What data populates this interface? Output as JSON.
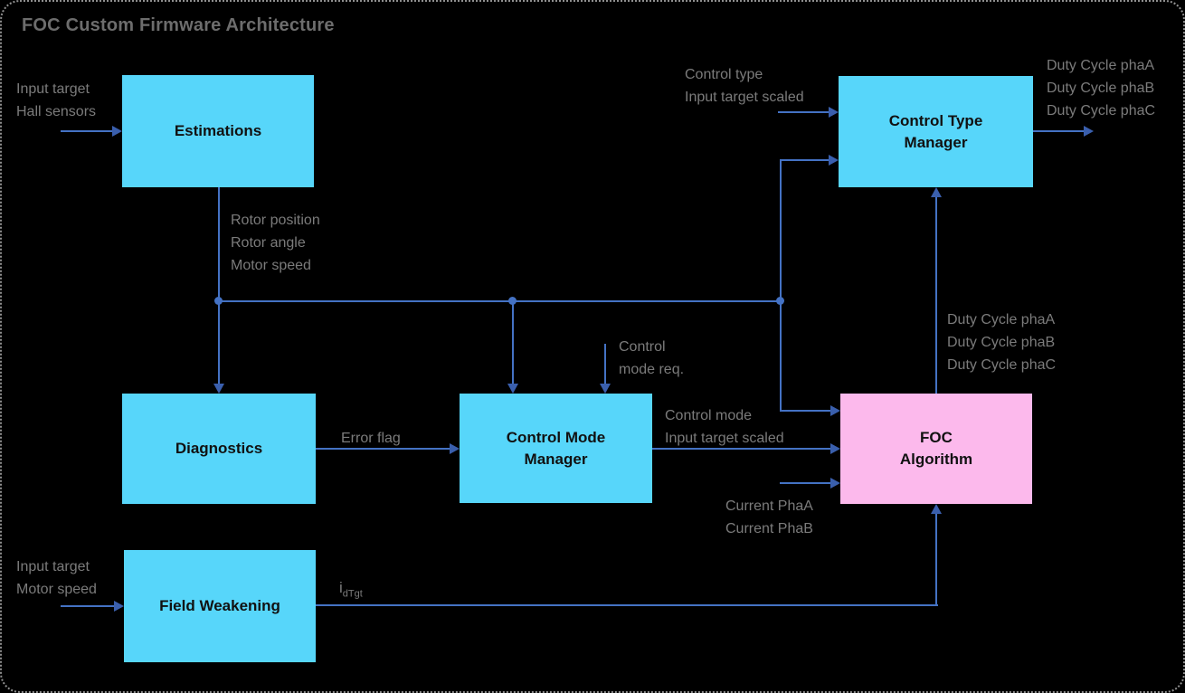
{
  "title": "FOC Custom Firmware Architecture",
  "colors": {
    "line_blue": "#4472c4",
    "arrow_head": "#3a5fad",
    "box_cyan": "#57d6fa",
    "box_pink": "#fcb9ec",
    "label_gray": "#7b7b7b",
    "title_gray": "#6d6d6d",
    "node_text": "#111111",
    "border_gray": "#909090",
    "background": "#000000"
  },
  "nodes": {
    "estimations": {
      "label": "Estimations"
    },
    "control_type_manager": {
      "line1": "Control Type",
      "line2": "Manager"
    },
    "diagnostics": {
      "label": "Diagnostics"
    },
    "control_mode_manager": {
      "line1": "Control Mode",
      "line2": "Manager"
    },
    "foc_algorithm": {
      "line1": "FOC",
      "line2": "Algorithm"
    },
    "field_weakening": {
      "label": "Field Weakening"
    }
  },
  "labels": {
    "estimations_input": [
      "Input target",
      "Hall sensors"
    ],
    "ctm_input": [
      "Control type",
      "Input target scaled"
    ],
    "ctm_output": [
      "Duty Cycle phaA",
      "Duty Cycle phaB",
      "Duty Cycle phaC"
    ],
    "estimations_output": [
      "Rotor position",
      "Rotor angle",
      "Motor speed"
    ],
    "control_mode_request": [
      "Control",
      "mode req."
    ],
    "error_flag": "Error flag",
    "cmm_output": [
      "Control mode",
      "Input target scaled"
    ],
    "foc_duty_output": [
      "Duty Cycle phaA",
      "Duty Cycle phaB",
      "Duty Cycle phaC"
    ],
    "foc_current_input": [
      "Current PhaA",
      "Current PhaB"
    ],
    "fw_input": [
      "Input target",
      "Motor speed"
    ],
    "fw_output_base": "i",
    "fw_output_sub": "dTgt"
  }
}
